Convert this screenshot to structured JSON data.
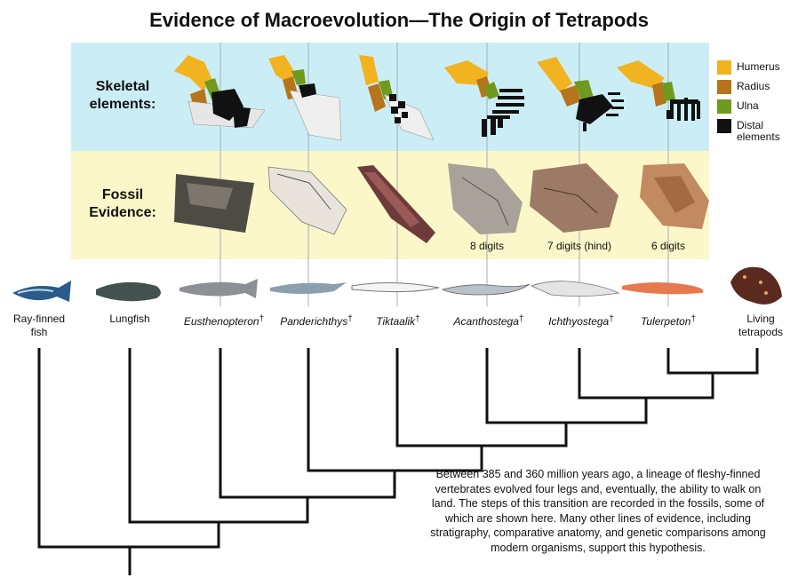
{
  "title": "Evidence of Macroevolution—The Origin of Tetrapods",
  "bands": {
    "skeletal_label": [
      "Skeletal",
      "elements:"
    ],
    "fossil_label": [
      "Fossil",
      "Evidence:"
    ]
  },
  "legend": [
    {
      "label": "Humerus",
      "color": "#f2b320"
    },
    {
      "label": "Radius",
      "color": "#b8741a"
    },
    {
      "label": "Ulna",
      "color": "#6f9a1f"
    },
    {
      "label": "Distal elements",
      "color": "#111111"
    }
  ],
  "digit_labels": [
    "8 digits",
    "7 digits (hind)",
    "6 digits"
  ],
  "taxa": [
    {
      "name": "Ray-finned fish",
      "extinct": false,
      "italic": false
    },
    {
      "name": "Lungfish",
      "extinct": false,
      "italic": false
    },
    {
      "name": "Eusthenopteron",
      "extinct": true,
      "italic": true
    },
    {
      "name": "Panderichthys",
      "extinct": true,
      "italic": true
    },
    {
      "name": "Tiktaalik",
      "extinct": true,
      "italic": true
    },
    {
      "name": "Acanthostega",
      "extinct": true,
      "italic": true
    },
    {
      "name": "Ichthyostega",
      "extinct": true,
      "italic": true
    },
    {
      "name": "Tulerpeton",
      "extinct": true,
      "italic": true
    },
    {
      "name": "Living tetrapods",
      "extinct": false,
      "italic": false
    }
  ],
  "dagger_symbol": "†",
  "caption": "Between 385 and 360 million years ago, a lineage of fleshy-finned vertebrates evolved four legs and, eventually, the ability to walk on land. The steps of this transition are recorded in the fossils, some of which are shown here. Many other lines of evidence, including stratigraphy, comparative anatomy, and genetic comparisons among modern organisms, support this hypothesis.",
  "colors": {
    "skeletal_band": "#cbeef6",
    "fossil_band": "#fbf7c9",
    "tree_line": "#111111"
  }
}
